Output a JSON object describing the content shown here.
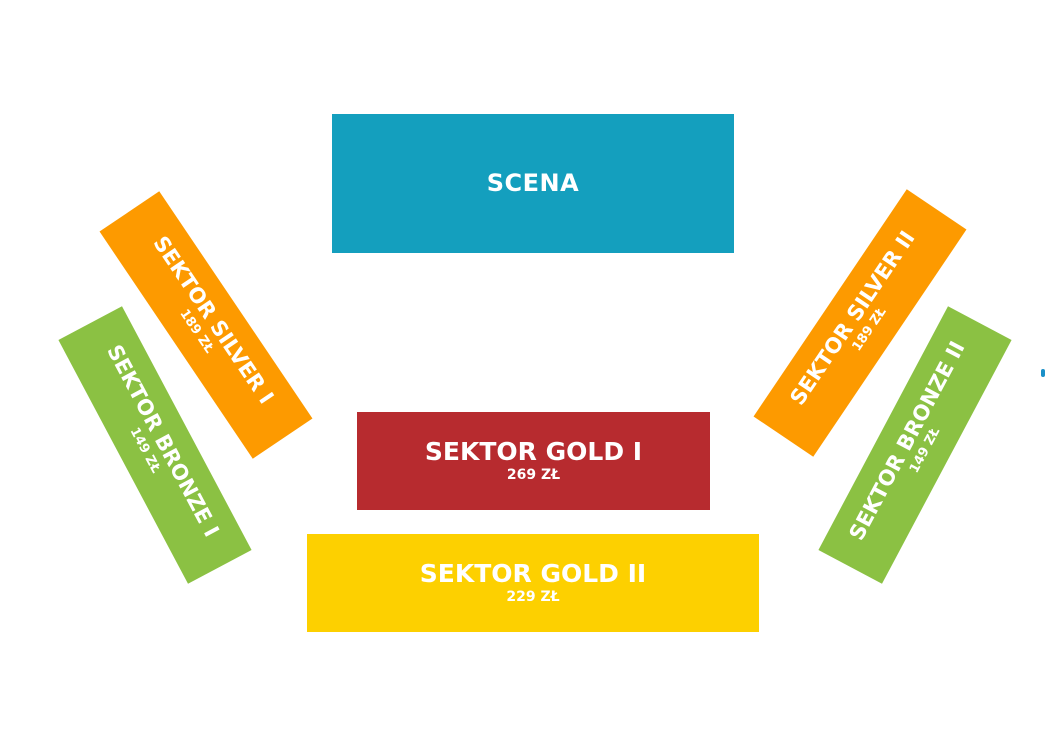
{
  "colors": {
    "stage": "#149fbe",
    "gold1": "#b72b2f",
    "gold2": "#fdd000",
    "silver": "#fd9a00",
    "bronze": "#8bc143",
    "text": "#ffffff"
  },
  "stage": {
    "label": "SCENA"
  },
  "sectors": {
    "gold1": {
      "name": "SEKTOR GOLD I",
      "price": "269 ZŁ"
    },
    "gold2": {
      "name": "SEKTOR GOLD II",
      "price": "229 ZŁ"
    },
    "silver1": {
      "name": "SEKTOR SILVER I",
      "price": "189 ZŁ"
    },
    "silver2": {
      "name": "SEKTOR SILVER II",
      "price": "189 ZŁ"
    },
    "bronze1": {
      "name": "SEKTOR BRONZE I",
      "price": "149 ZŁ"
    },
    "bronze2": {
      "name": "SEKTOR BRONZE II",
      "price": "149 ZŁ"
    }
  }
}
